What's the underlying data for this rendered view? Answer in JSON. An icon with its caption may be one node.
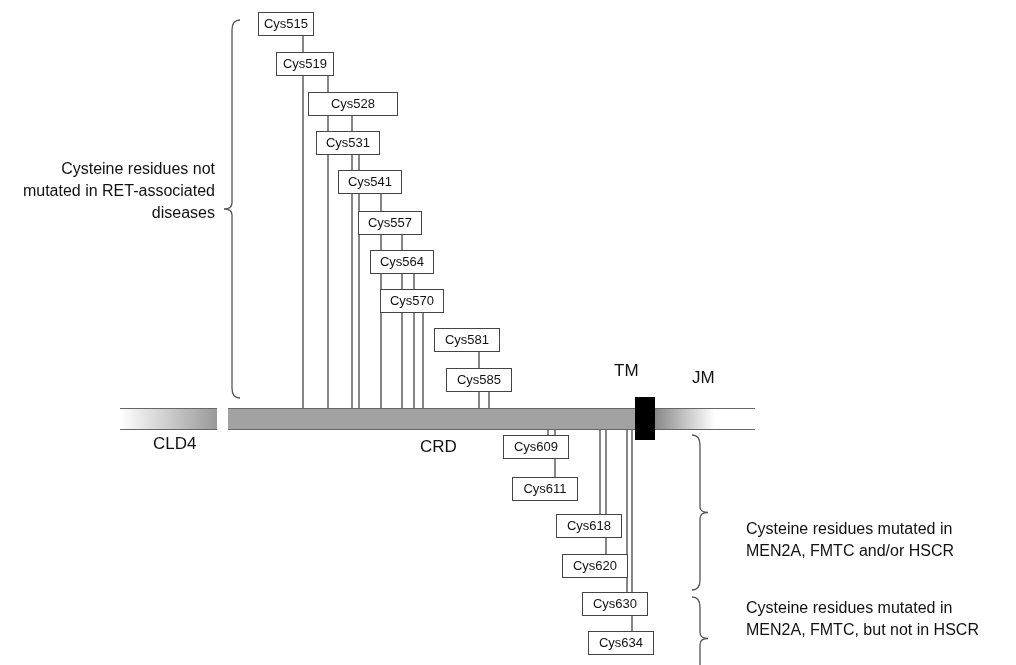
{
  "diagram": {
    "nodes": [
      {
        "text": [
          "Cys515"
        ]
      },
      {
        "text": [
          "Cys519"
        ]
      },
      {
        "text": [
          "Cys528"
        ]
      },
      {
        "text": [
          "Cys531"
        ]
      },
      {
        "text": [
          "Cys541"
        ]
      },
      {
        "text": [
          "Cys557"
        ]
      },
      {
        "text": [
          "Cys564"
        ]
      },
      {
        "text": [
          "Cys570"
        ]
      },
      {
        "text": [
          "Cys581"
        ]
      },
      {
        "text": [
          "Cys585"
        ]
      },
      {
        "text": [
          "CLD4"
        ]
      },
      {
        "text": [
          "CRD"
        ]
      },
      {
        "text": [
          "TM"
        ]
      },
      {
        "text": [
          "JM"
        ]
      },
      {
        "text": [
          "Cys609"
        ]
      },
      {
        "text": [
          "Cys611"
        ]
      },
      {
        "text": [
          "Cys618"
        ]
      },
      {
        "text": [
          "Cys620"
        ]
      },
      {
        "text": [
          "Cys630"
        ]
      },
      {
        "text": [
          "Cys634"
        ]
      }
    ],
    "edges": [
      {
        "from": 0,
        "to": 11,
        "arrow": "none"
      },
      {
        "from": 1,
        "to": 11,
        "arrow": "none"
      },
      {
        "from": 2,
        "to": 11,
        "arrow": "none"
      },
      {
        "from": 3,
        "to": 11,
        "arrow": "none"
      },
      {
        "from": 4,
        "to": 11,
        "arrow": "none"
      },
      {
        "from": 5,
        "to": 11,
        "arrow": "none"
      },
      {
        "from": 6,
        "to": 11,
        "arrow": "none"
      },
      {
        "from": 7,
        "to": 11,
        "arrow": "none"
      },
      {
        "from": 8,
        "to": 11,
        "arrow": "none"
      },
      {
        "from": 9,
        "to": 11,
        "arrow": "none"
      },
      {
        "from": 14,
        "to": 11,
        "arrow": "none"
      },
      {
        "from": 15,
        "to": 11,
        "arrow": "none"
      },
      {
        "from": 16,
        "to": 11,
        "arrow": "none"
      },
      {
        "from": 17,
        "to": 11,
        "arrow": "none"
      },
      {
        "from": 18,
        "to": 11,
        "arrow": "none"
      },
      {
        "from": 19,
        "to": 11,
        "arrow": "none"
      }
    ],
    "labels": [
      "Cysteine residues not mutated in RET-associated diseases",
      "Cysteine residues mutated in MEN2A, FMTC and/or HSCR",
      "Cysteine residues mutated in MEN2A, FMTC, but not in HSCR"
    ]
  }
}
